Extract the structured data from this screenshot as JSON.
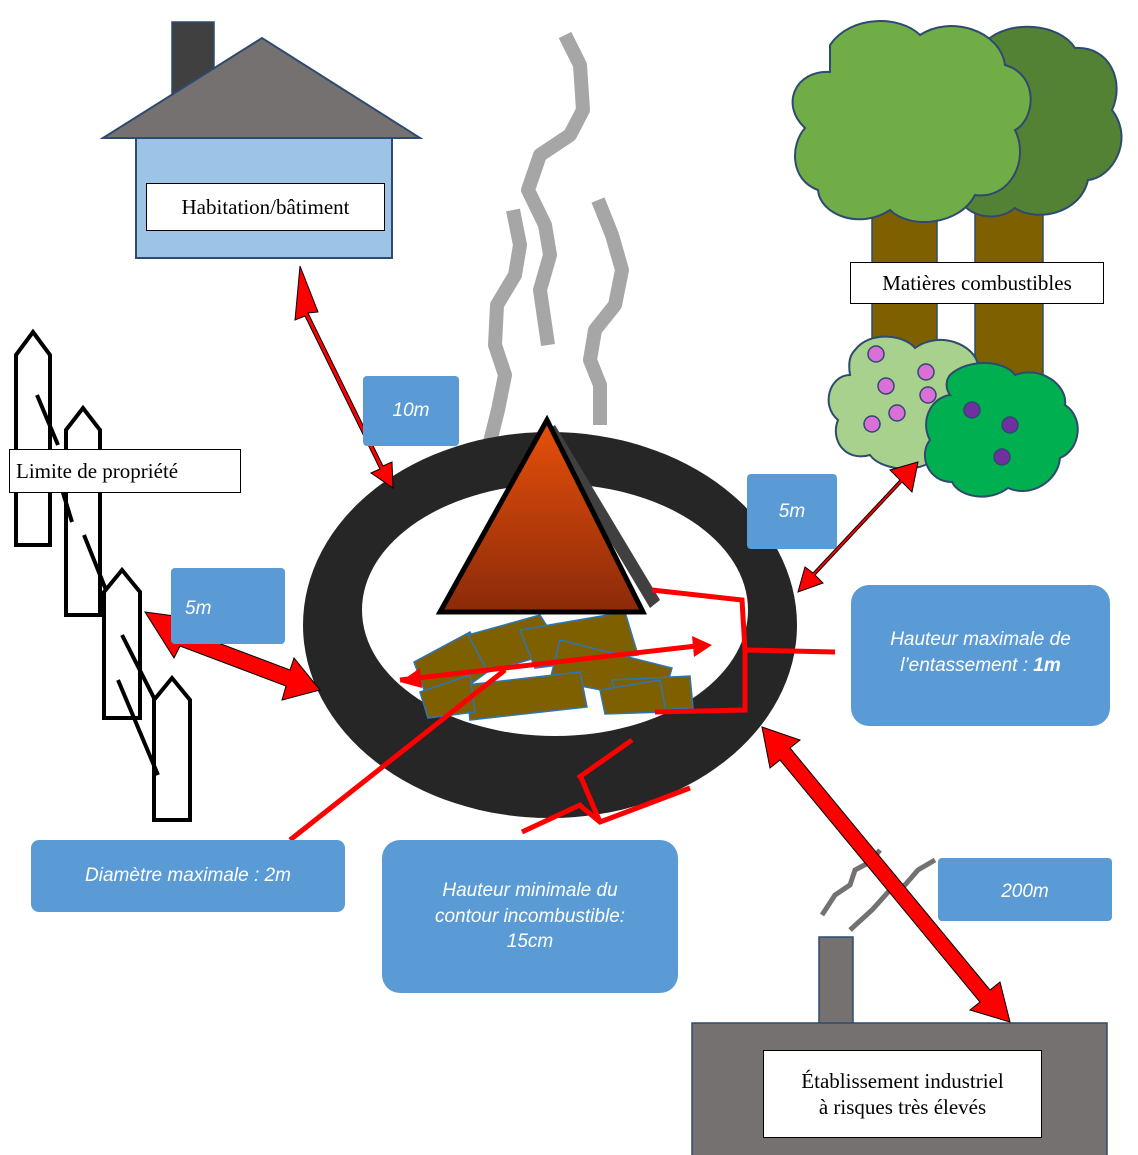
{
  "labels": {
    "house": "Habitation/bâtiment",
    "combustibles": "Matières combustibles",
    "property": "Limite de propriété",
    "industrial_line1": "Établissement industriel",
    "industrial_line2": "à risques très élevés"
  },
  "distances": {
    "house": "10m",
    "combustibles": "5m",
    "property": "5m",
    "industrial": "200m"
  },
  "notes": {
    "max_height_prefix": "Hauteur maximale de l’entassement : ",
    "max_height_value": "1m",
    "diameter": "Diamètre maximale : 2m",
    "contour_line1": "Hauteur minimale du",
    "contour_line2": "contour incombustible:",
    "contour_line3": "15cm"
  },
  "colors": {
    "arrow": "#ff0000",
    "box": "#5b9bd5",
    "ring": "#262626"
  }
}
